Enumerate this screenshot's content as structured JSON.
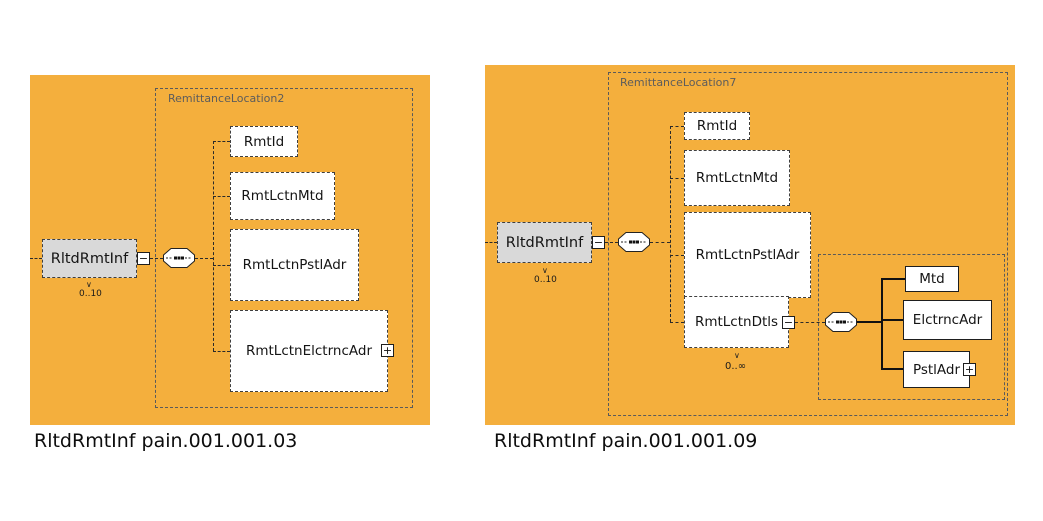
{
  "left_panel": {
    "group_label": "RemittanceLocation2",
    "root": {
      "label": "RltdRmtInf",
      "toggle": "−",
      "marker": "∨",
      "cardinality": "0..10"
    },
    "children": [
      {
        "label": "RmtId"
      },
      {
        "label": "RmtLctnMtd"
      },
      {
        "label": "RmtLctnPstlAdr"
      },
      {
        "label": "RmtLctnElctrncAdr",
        "toggle": "+"
      }
    ],
    "caption": "RltdRmtInf pain.001.001.03"
  },
  "right_panel": {
    "group_label": "RemittanceLocation7",
    "root": {
      "label": "RltdRmtInf",
      "toggle": "−",
      "marker": "∨",
      "cardinality": "0..10"
    },
    "children": [
      {
        "label": "RmtId"
      },
      {
        "label": "RmtLctnMtd"
      },
      {
        "label": "RmtLctnPstlAdr"
      },
      {
        "label": "RmtLctnDtls",
        "toggle": "−",
        "marker": "∨",
        "cardinality": "0..∞"
      }
    ],
    "grandchildren": [
      {
        "label": "Mtd"
      },
      {
        "label": "ElctrncAdr"
      },
      {
        "label": "PstlAdr",
        "toggle": "+"
      }
    ],
    "caption": "RltdRmtInf pain.001.001.09"
  },
  "icons": {
    "sequence_compositor": "octagon-sequence-icon",
    "collapse": "−",
    "expand": "+"
  },
  "colors": {
    "panel_background": "#F4AF3D",
    "root_node_background": "#D9D9D9",
    "node_background": "#FFFFFF",
    "connector": "#222222"
  }
}
